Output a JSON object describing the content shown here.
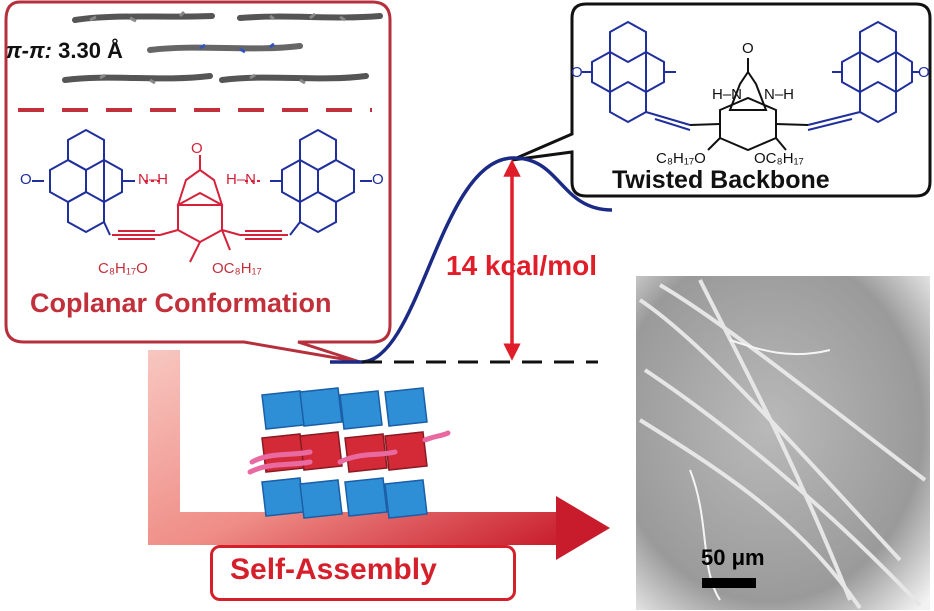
{
  "labels": {
    "pi_prefix": "π-π:",
    "pi_value": "3.30 Å",
    "coplanar": "Coplanar Conformation",
    "twisted": "Twisted Backbone",
    "energy": "14 kcal/mol",
    "self_assembly": "Self-Assembly",
    "scale_bar": "50 μm"
  },
  "molecule_text": {
    "alkoxy_left": "C₈H₁₇O",
    "alkoxy_right": "OC₈H₁₇",
    "carbonyl_o": "O",
    "nh": "N–H",
    "hn": "H–N"
  },
  "colors": {
    "coplanar_border": "#b5303c",
    "anthraquinone": "#1f2f9c",
    "urea_core": "#d6213a",
    "energy_arrow": "#e01e2a",
    "curve": "#1b2a85",
    "block_blue": "#2f8fd6",
    "block_red": "#d42a37",
    "self_assembly_arrow": "#c81c2c"
  }
}
